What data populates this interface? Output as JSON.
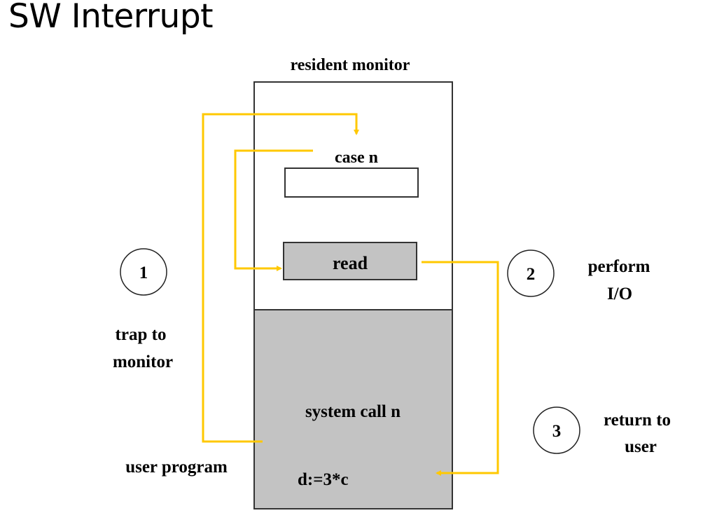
{
  "slide": {
    "title": "SW Interrupt"
  },
  "diagram": {
    "memory_label": "resident monitor",
    "case_label": "case n",
    "read_label": "read",
    "user_program_label": "user program",
    "syscall_label": "system call n",
    "code_label": "d:=3*c",
    "steps": [
      {
        "number": "1",
        "line1": "trap to",
        "line2": "monitor"
      },
      {
        "number": "2",
        "line1": "perform",
        "line2": "I/O"
      },
      {
        "number": "3",
        "line1": "return to",
        "line2": "user"
      }
    ],
    "colors": {
      "arrow": "#FFC800",
      "fill_gray": "#C3C3C3",
      "stroke": "#333333"
    }
  }
}
